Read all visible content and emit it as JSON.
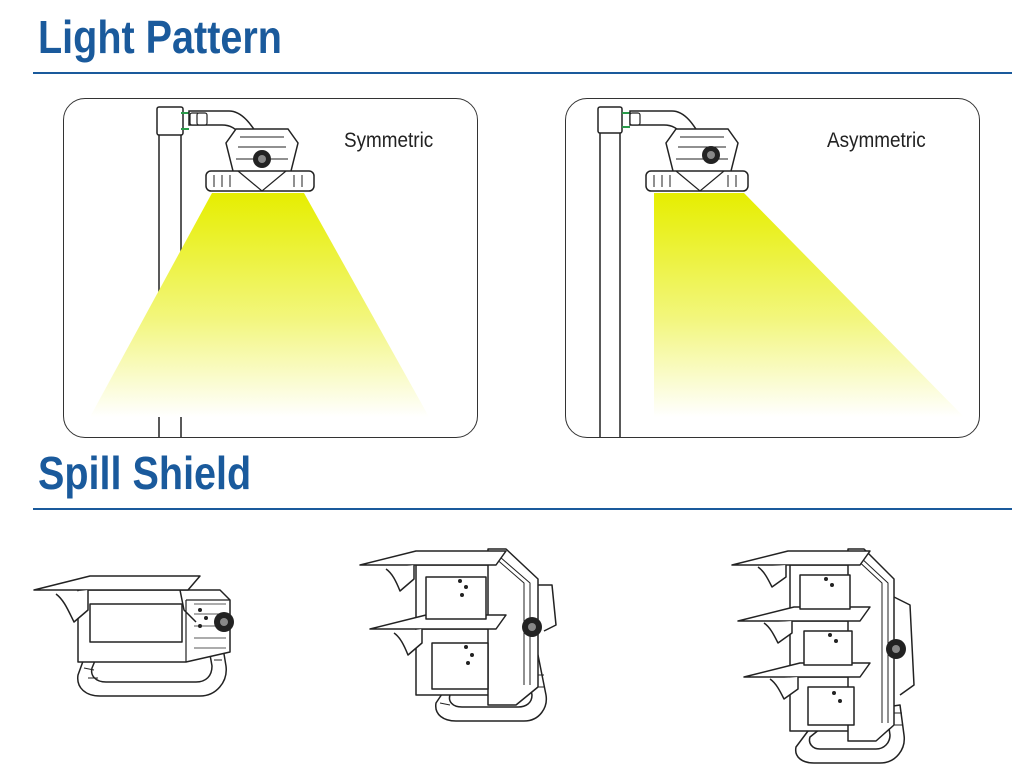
{
  "sections": {
    "light_pattern": {
      "title": "Light Pattern"
    },
    "spill_shield": {
      "title": "Spill Shield"
    }
  },
  "patterns": [
    {
      "label": "Symmetric"
    },
    {
      "label": "Asymmetric"
    }
  ],
  "colors": {
    "heading": "#1a5a9c",
    "beam": "#eaf000",
    "line": "#222222"
  }
}
